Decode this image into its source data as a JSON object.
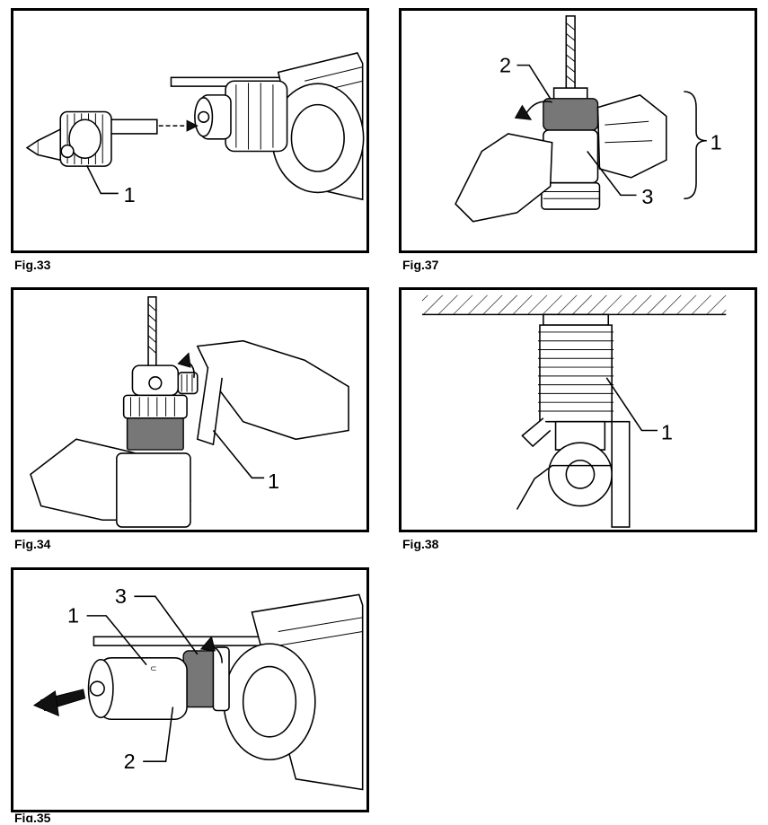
{
  "figures": [
    {
      "id": "fig33",
      "caption": "Fig.33",
      "callouts": [
        "1"
      ]
    },
    {
      "id": "fig37",
      "caption": "Fig.37",
      "callouts": [
        "2",
        "1",
        "3"
      ]
    },
    {
      "id": "fig34",
      "caption": "Fig.34",
      "callouts": [
        "1"
      ]
    },
    {
      "id": "fig38",
      "caption": "Fig.38",
      "callouts": [
        "1"
      ]
    },
    {
      "id": "fig35",
      "caption": "Fig.35",
      "callouts": [
        "1",
        "3",
        "2"
      ]
    }
  ]
}
